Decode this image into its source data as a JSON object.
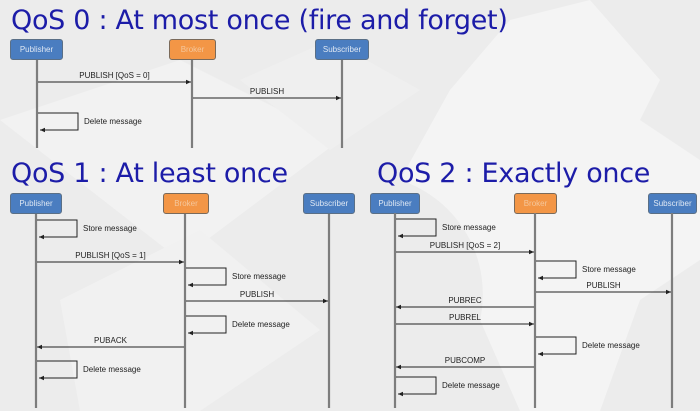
{
  "diagrams": [
    {
      "title": "QoS 0 : At most once (fire and forget)",
      "actors": [
        "Publisher",
        "Broker",
        "Subscriber"
      ],
      "steps": [
        {
          "type": "message",
          "from": "Publisher",
          "to": "Broker",
          "label": "PUBLISH [QoS = 0]"
        },
        {
          "type": "message",
          "from": "Broker",
          "to": "Subscriber",
          "label": "PUBLISH"
        },
        {
          "type": "self",
          "actor": "Publisher",
          "label": "Delete message"
        }
      ]
    },
    {
      "title": "QoS 1 : At least once",
      "actors": [
        "Publisher",
        "Broker",
        "Subscriber"
      ],
      "steps": [
        {
          "type": "self",
          "actor": "Publisher",
          "label": "Store message"
        },
        {
          "type": "message",
          "from": "Publisher",
          "to": "Broker",
          "label": "PUBLISH [QoS = 1]"
        },
        {
          "type": "self",
          "actor": "Broker",
          "label": "Store message"
        },
        {
          "type": "message",
          "from": "Broker",
          "to": "Subscriber",
          "label": "PUBLISH"
        },
        {
          "type": "self",
          "actor": "Broker",
          "label": "Delete message"
        },
        {
          "type": "message",
          "from": "Broker",
          "to": "Publisher",
          "label": "PUBACK"
        },
        {
          "type": "self",
          "actor": "Publisher",
          "label": "Delete message"
        }
      ]
    },
    {
      "title": "QoS 2 : Exactly once",
      "actors": [
        "Publisher",
        "Broker",
        "Subscriber"
      ],
      "steps": [
        {
          "type": "self",
          "actor": "Publisher",
          "label": "Store message"
        },
        {
          "type": "message",
          "from": "Publisher",
          "to": "Broker",
          "label": "PUBLISH [QoS = 2]"
        },
        {
          "type": "self",
          "actor": "Broker",
          "label": "Store message"
        },
        {
          "type": "message",
          "from": "Broker",
          "to": "Subscriber",
          "label": "PUBLISH"
        },
        {
          "type": "message",
          "from": "Broker",
          "to": "Publisher",
          "label": "PUBREC"
        },
        {
          "type": "message",
          "from": "Publisher",
          "to": "Broker",
          "label": "PUBREL"
        },
        {
          "type": "self",
          "actor": "Broker",
          "label": "Delete message"
        },
        {
          "type": "message",
          "from": "Broker",
          "to": "Publisher",
          "label": "PUBCOMP"
        },
        {
          "type": "self",
          "actor": "Publisher",
          "label": "Delete message"
        }
      ]
    }
  ],
  "colors": {
    "title": "#1c1ca8",
    "publisher_subscriber": "#4a7dc0",
    "broker": "#f39646",
    "lifeline": "#7d7d7d",
    "arrow": "#222222"
  }
}
